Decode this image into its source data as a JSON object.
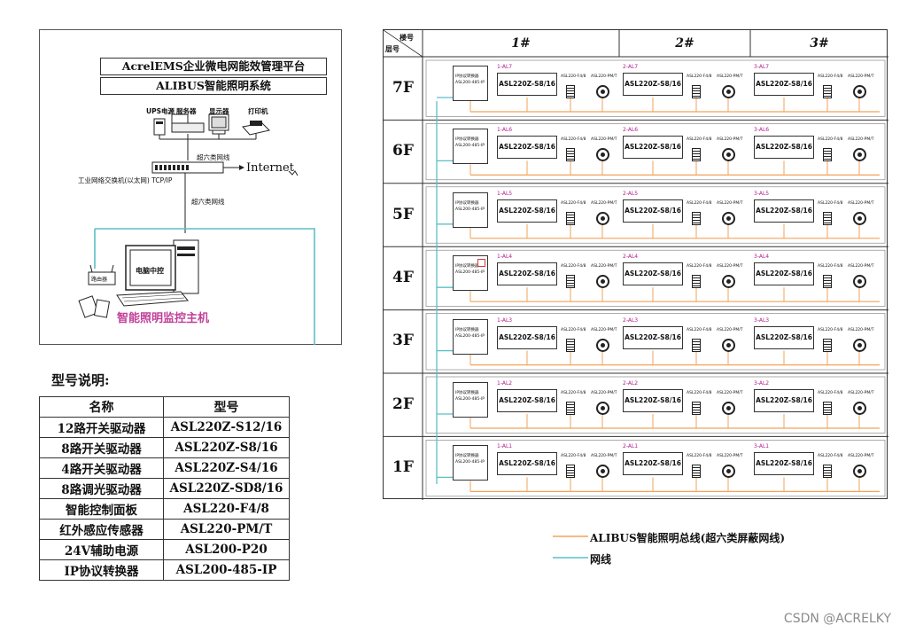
{
  "host": {
    "platform_title": "AcrelEMS企业微电网能效管理平台",
    "system_title": "ALIBUS智能照明系统",
    "devices": {
      "ups": "UPS电源",
      "server": "服务器",
      "monitor": "显示器",
      "printer": "打印机"
    },
    "cable_label_1": "超六类网线",
    "cable_label_2": "超六类网线",
    "internet_label": "Internet",
    "switch_label": "工业网络交换机(以太网) TCP/IP",
    "pc_label": "电脑中控",
    "router_label": "路由器",
    "host_caption": "智能照明监控主机"
  },
  "model_table": {
    "title": "型号说明:",
    "headers": [
      "名称",
      "型号"
    ],
    "rows": [
      [
        "12路开关驱动器",
        "ASL220Z-S12/16"
      ],
      [
        "8路开关驱动器",
        "ASL220Z-S8/16"
      ],
      [
        "4路开关驱动器",
        "ASL220Z-S4/16"
      ],
      [
        "8路调光驱动器",
        "ASL220Z-SD8/16"
      ],
      [
        "智能控制面板",
        "ASL220-F4/8"
      ],
      [
        "红外感应传感器",
        "ASL220-PM/T"
      ],
      [
        "24V辅助电源",
        "ASL200-P20"
      ],
      [
        "IP协议转换器",
        "ASL200-485-IP"
      ]
    ]
  },
  "grid": {
    "corner_top": "楼号",
    "corner_bottom": "层号",
    "buildings": [
      "1#",
      "2#",
      "3#"
    ],
    "floors": [
      "7F",
      "6F",
      "5F",
      "4F",
      "3F",
      "2F",
      "1F"
    ],
    "converter_title": "IP协议转换器",
    "converter_model": "ASL200-485-IP",
    "driver_model": "ASL220Z-S8/16",
    "panel_model": "ASL220-F4/8",
    "sensor_model": "ASL220-PM/T",
    "al_labels": [
      [
        "1-AL7",
        "2-AL7",
        "3-AL7"
      ],
      [
        "1-AL6",
        "2-AL6",
        "3-AL6"
      ],
      [
        "1-AL5",
        "2-AL5",
        "3-AL5"
      ],
      [
        "1-AL4",
        "2-AL4",
        "3-AL4"
      ],
      [
        "1-AL3",
        "2-AL3",
        "3-AL3"
      ],
      [
        "1-AL2",
        "2-AL2",
        "3-AL2"
      ],
      [
        "1-AL1",
        "2-AL1",
        "3-AL1"
      ]
    ]
  },
  "legend": {
    "bus_line": "ALIBUS智能照明总线(超六类屏蔽网线)",
    "net_line": "网线"
  },
  "watermark": "CSDN @ACRELKY",
  "colors": {
    "bus": "#f2a35a",
    "net": "#5bbfc9",
    "accent_red": "#d23b3b"
  }
}
